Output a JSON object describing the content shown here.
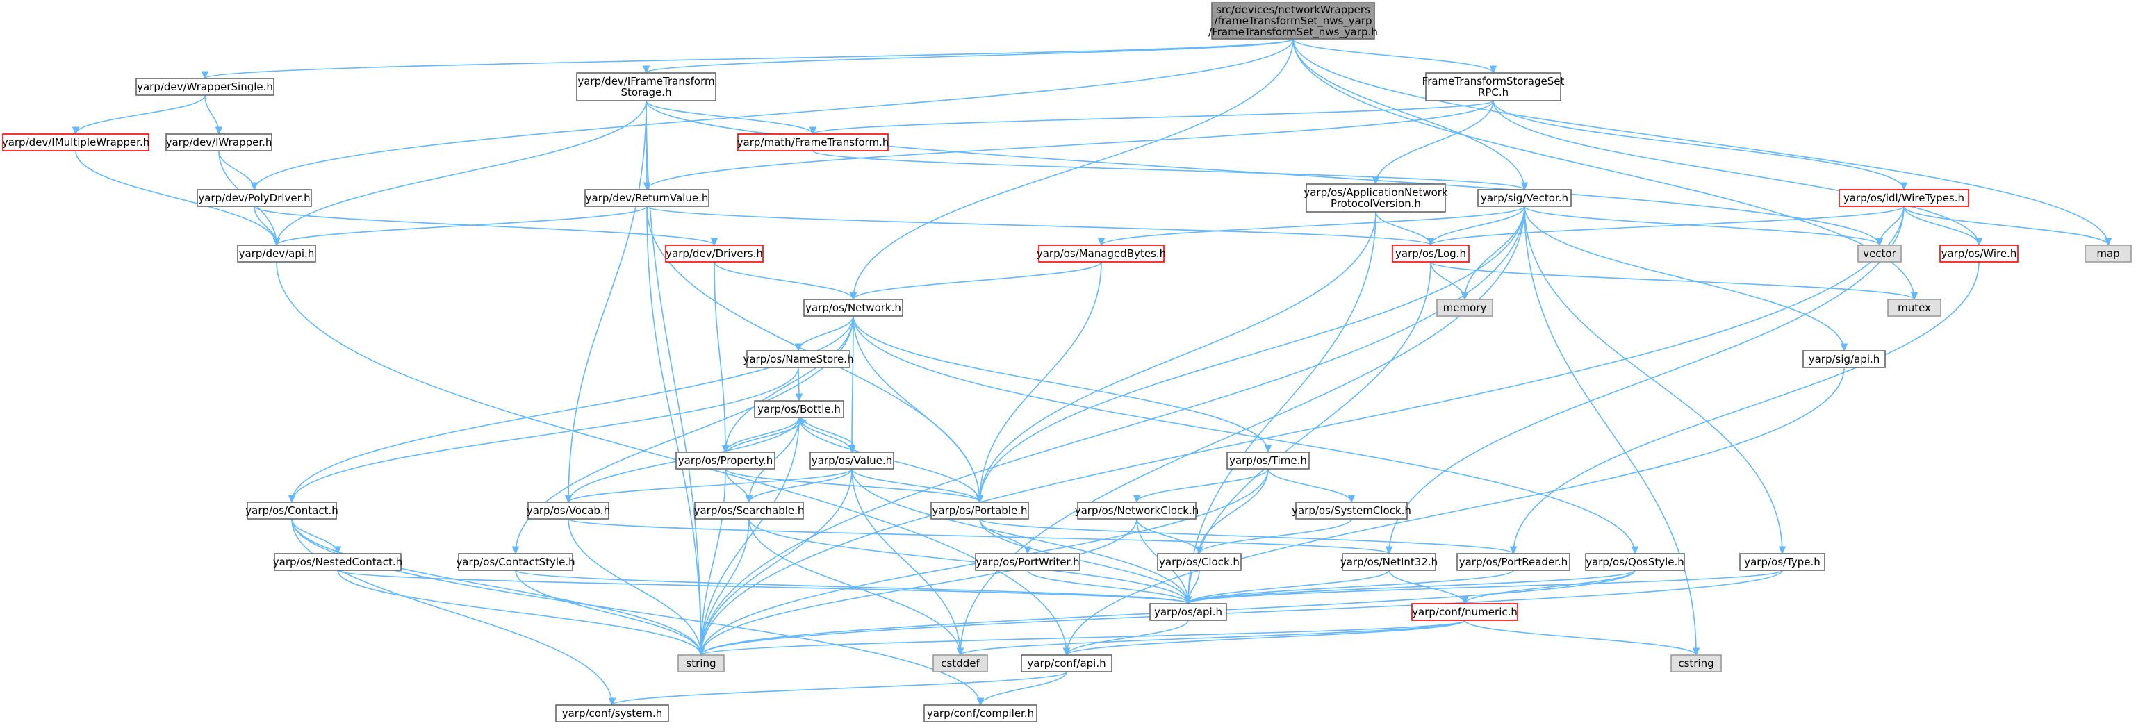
{
  "diagram": {
    "colors": {
      "background": "#ffffff",
      "edge": "#63b8ff",
      "node_fill_default": "#ffffff",
      "node_fill_root": "#999999",
      "node_fill_system": "#e0e0e0",
      "border_default": "#666666",
      "border_root": "#666666",
      "border_truncated": "#ff0000",
      "border_system": "#999999"
    },
    "nodes": [
      {
        "id": "root",
        "lines": [
          "src/devices/networkWrappers",
          "/frameTransformSet_nws_yarp",
          "/FrameTransformSet_nws_yarp.h"
        ],
        "kind": "root"
      },
      {
        "id": "wrappersingle",
        "lines": [
          "yarp/dev/WrapperSingle.h"
        ],
        "kind": "default"
      },
      {
        "id": "iframetransformstorage",
        "lines": [
          "yarp/dev/IFrameTransform",
          "Storage.h"
        ],
        "kind": "default"
      },
      {
        "id": "frametransformstoragesetrpc",
        "lines": [
          "FrameTransformStorageSet",
          "RPC.h"
        ],
        "kind": "default"
      },
      {
        "id": "imultiplewrapper",
        "lines": [
          "yarp/dev/IMultipleWrapper.h"
        ],
        "kind": "truncated"
      },
      {
        "id": "iwrapper",
        "lines": [
          "yarp/dev/IWrapper.h"
        ],
        "kind": "default"
      },
      {
        "id": "math_frametransform",
        "lines": [
          "yarp/math/FrameTransform.h"
        ],
        "kind": "truncated"
      },
      {
        "id": "wiretypes",
        "lines": [
          "yarp/os/idl/WireTypes.h"
        ],
        "kind": "truncated"
      },
      {
        "id": "polydriver",
        "lines": [
          "yarp/dev/PolyDriver.h"
        ],
        "kind": "default"
      },
      {
        "id": "returnvalue",
        "lines": [
          "yarp/dev/ReturnValue.h"
        ],
        "kind": "default"
      },
      {
        "id": "appnetprotocolversion",
        "lines": [
          "yarp/os/ApplicationNetwork",
          "ProtocolVersion.h"
        ],
        "kind": "default"
      },
      {
        "id": "sig_vector",
        "lines": [
          "yarp/sig/Vector.h"
        ],
        "kind": "default"
      },
      {
        "id": "dev_api",
        "lines": [
          "yarp/dev/api.h"
        ],
        "kind": "default"
      },
      {
        "id": "dev_drivers",
        "lines": [
          "yarp/dev/Drivers.h"
        ],
        "kind": "truncated"
      },
      {
        "id": "managedbytes",
        "lines": [
          "yarp/os/ManagedBytes.h"
        ],
        "kind": "truncated"
      },
      {
        "id": "os_log",
        "lines": [
          "yarp/os/Log.h"
        ],
        "kind": "truncated"
      },
      {
        "id": "vector",
        "lines": [
          "vector"
        ],
        "kind": "system"
      },
      {
        "id": "os_wire",
        "lines": [
          "yarp/os/Wire.h"
        ],
        "kind": "truncated"
      },
      {
        "id": "map",
        "lines": [
          "map"
        ],
        "kind": "system"
      },
      {
        "id": "memory",
        "lines": [
          "memory"
        ],
        "kind": "system"
      },
      {
        "id": "mutex",
        "lines": [
          "mutex"
        ],
        "kind": "system"
      },
      {
        "id": "os_network",
        "lines": [
          "yarp/os/Network.h"
        ],
        "kind": "default"
      },
      {
        "id": "namestore",
        "lines": [
          "yarp/os/NameStore.h"
        ],
        "kind": "default"
      },
      {
        "id": "sig_api",
        "lines": [
          "yarp/sig/api.h"
        ],
        "kind": "default"
      },
      {
        "id": "bottle",
        "lines": [
          "yarp/os/Bottle.h"
        ],
        "kind": "default"
      },
      {
        "id": "property",
        "lines": [
          "yarp/os/Property.h"
        ],
        "kind": "default"
      },
      {
        "id": "value",
        "lines": [
          "yarp/os/Value.h"
        ],
        "kind": "default"
      },
      {
        "id": "time",
        "lines": [
          "yarp/os/Time.h"
        ],
        "kind": "default"
      },
      {
        "id": "contact",
        "lines": [
          "yarp/os/Contact.h"
        ],
        "kind": "default"
      },
      {
        "id": "vocab",
        "lines": [
          "yarp/os/Vocab.h"
        ],
        "kind": "default"
      },
      {
        "id": "searchable",
        "lines": [
          "yarp/os/Searchable.h"
        ],
        "kind": "default"
      },
      {
        "id": "portable",
        "lines": [
          "yarp/os/Portable.h"
        ],
        "kind": "default"
      },
      {
        "id": "networkclock",
        "lines": [
          "yarp/os/NetworkClock.h"
        ],
        "kind": "default"
      },
      {
        "id": "systemclock",
        "lines": [
          "yarp/os/SystemClock.h"
        ],
        "kind": "default"
      },
      {
        "id": "nestedcontact",
        "lines": [
          "yarp/os/NestedContact.h"
        ],
        "kind": "default"
      },
      {
        "id": "contactstyle",
        "lines": [
          "yarp/os/ContactStyle.h"
        ],
        "kind": "default"
      },
      {
        "id": "portwriter",
        "lines": [
          "yarp/os/PortWriter.h"
        ],
        "kind": "default"
      },
      {
        "id": "clock",
        "lines": [
          "yarp/os/Clock.h"
        ],
        "kind": "default"
      },
      {
        "id": "netint32",
        "lines": [
          "yarp/os/NetInt32.h"
        ],
        "kind": "default"
      },
      {
        "id": "portreader",
        "lines": [
          "yarp/os/PortReader.h"
        ],
        "kind": "default"
      },
      {
        "id": "qosstyle",
        "lines": [
          "yarp/os/QosStyle.h"
        ],
        "kind": "default"
      },
      {
        "id": "os_type",
        "lines": [
          "yarp/os/Type.h"
        ],
        "kind": "default"
      },
      {
        "id": "os_api",
        "lines": [
          "yarp/os/api.h"
        ],
        "kind": "default"
      },
      {
        "id": "conf_numeric",
        "lines": [
          "yarp/conf/numeric.h"
        ],
        "kind": "truncated"
      },
      {
        "id": "string",
        "lines": [
          "string"
        ],
        "kind": "system"
      },
      {
        "id": "cstddef",
        "lines": [
          "cstddef"
        ],
        "kind": "system"
      },
      {
        "id": "conf_api",
        "lines": [
          "yarp/conf/api.h"
        ],
        "kind": "default"
      },
      {
        "id": "cstring",
        "lines": [
          "cstring"
        ],
        "kind": "system"
      },
      {
        "id": "conf_system",
        "lines": [
          "yarp/conf/system.h"
        ],
        "kind": "default"
      },
      {
        "id": "conf_compiler",
        "lines": [
          "yarp/conf/compiler.h"
        ],
        "kind": "default"
      }
    ],
    "edges": [
      [
        "root",
        "wrappersingle"
      ],
      [
        "root",
        "iframetransformstorage"
      ],
      [
        "root",
        "frametransformstoragesetrpc"
      ],
      [
        "root",
        "polydriver"
      ],
      [
        "root",
        "os_network"
      ],
      [
        "root",
        "sig_vector"
      ],
      [
        "root",
        "map"
      ],
      [
        "root",
        "mutex"
      ],
      [
        "wrappersingle",
        "imultiplewrapper"
      ],
      [
        "wrappersingle",
        "iwrapper"
      ],
      [
        "imultiplewrapper",
        "dev_api"
      ],
      [
        "iwrapper",
        "polydriver"
      ],
      [
        "iwrapper",
        "dev_api"
      ],
      [
        "iframetransformstorage",
        "math_frametransform"
      ],
      [
        "iframetransformstorage",
        "returnvalue"
      ],
      [
        "iframetransformstorage",
        "dev_api"
      ],
      [
        "iframetransformstorage",
        "vector"
      ],
      [
        "iframetransformstorage",
        "vocab"
      ],
      [
        "iframetransformstorage",
        "string"
      ],
      [
        "frametransformstoragesetrpc",
        "math_frametransform"
      ],
      [
        "frametransformstoragesetrpc",
        "appnetprotocolversion"
      ],
      [
        "frametransformstoragesetrpc",
        "wiretypes"
      ],
      [
        "frametransformstoragesetrpc",
        "os_wire"
      ],
      [
        "frametransformstoragesetrpc",
        "returnvalue"
      ],
      [
        "math_frametransform",
        "sig_vector"
      ],
      [
        "wiretypes",
        "os_log"
      ],
      [
        "wiretypes",
        "vector"
      ],
      [
        "wiretypes",
        "os_wire"
      ],
      [
        "wiretypes",
        "map"
      ],
      [
        "wiretypes",
        "string"
      ],
      [
        "wiretypes",
        "netint32"
      ],
      [
        "os_wire",
        "portreader"
      ],
      [
        "polydriver",
        "dev_api"
      ],
      [
        "polydriver",
        "dev_drivers"
      ],
      [
        "returnvalue",
        "dev_api"
      ],
      [
        "returnvalue",
        "os_log"
      ],
      [
        "returnvalue",
        "portable"
      ],
      [
        "returnvalue",
        "string"
      ],
      [
        "appnetprotocolversion",
        "os_log"
      ],
      [
        "appnetprotocolversion",
        "portable"
      ],
      [
        "appnetprotocolversion",
        "os_api"
      ],
      [
        "sig_vector",
        "managedbytes"
      ],
      [
        "sig_vector",
        "os_log"
      ],
      [
        "sig_vector",
        "memory"
      ],
      [
        "sig_vector",
        "vector"
      ],
      [
        "sig_vector",
        "portable"
      ],
      [
        "sig_vector",
        "sig_api"
      ],
      [
        "sig_vector",
        "os_type"
      ],
      [
        "sig_vector",
        "cstring"
      ],
      [
        "sig_vector",
        "cstddef"
      ],
      [
        "sig_vector",
        "string"
      ],
      [
        "dev_api",
        "conf_api"
      ],
      [
        "dev_drivers",
        "os_network"
      ],
      [
        "dev_drivers",
        "property"
      ],
      [
        "managedbytes",
        "os_network"
      ],
      [
        "managedbytes",
        "portable"
      ],
      [
        "os_log",
        "memory"
      ],
      [
        "os_log",
        "mutex"
      ],
      [
        "os_log",
        "os_api"
      ],
      [
        "os_network",
        "namestore"
      ],
      [
        "os_network",
        "contact"
      ],
      [
        "os_network",
        "contactstyle"
      ],
      [
        "os_network",
        "property"
      ],
      [
        "os_network",
        "value"
      ],
      [
        "os_network",
        "portable"
      ],
      [
        "os_network",
        "time"
      ],
      [
        "os_network",
        "qosstyle"
      ],
      [
        "namestore",
        "bottle"
      ],
      [
        "namestore",
        "contact"
      ],
      [
        "sig_api",
        "conf_api"
      ],
      [
        "bottle",
        "property"
      ],
      [
        "bottle",
        "value"
      ],
      [
        "bottle",
        "portable"
      ],
      [
        "bottle",
        "searchable"
      ],
      [
        "bottle",
        "vocab"
      ],
      [
        "bottle",
        "string"
      ],
      [
        "property",
        "bottle"
      ],
      [
        "property",
        "searchable"
      ],
      [
        "property",
        "portable"
      ],
      [
        "property",
        "string"
      ],
      [
        "value",
        "bottle"
      ],
      [
        "value",
        "vocab"
      ],
      [
        "value",
        "searchable"
      ],
      [
        "value",
        "portable"
      ],
      [
        "value",
        "string"
      ],
      [
        "value",
        "cstddef"
      ],
      [
        "value",
        "os_api"
      ],
      [
        "time",
        "networkclock"
      ],
      [
        "time",
        "systemclock"
      ],
      [
        "time",
        "clock"
      ],
      [
        "time",
        "string"
      ],
      [
        "contact",
        "nestedcontact"
      ],
      [
        "contact",
        "string"
      ],
      [
        "contact",
        "conf_system"
      ],
      [
        "contact",
        "conf_compiler"
      ],
      [
        "vocab",
        "string"
      ],
      [
        "vocab",
        "netint32"
      ],
      [
        "searchable",
        "string"
      ],
      [
        "searchable",
        "os_api"
      ],
      [
        "searchable",
        "cstddef"
      ],
      [
        "portable",
        "portwriter"
      ],
      [
        "portable",
        "portreader"
      ],
      [
        "portable",
        "os_api"
      ],
      [
        "networkclock",
        "clock"
      ],
      [
        "networkclock",
        "os_api"
      ],
      [
        "networkclock",
        "string"
      ],
      [
        "systemclock",
        "clock"
      ],
      [
        "nestedcontact",
        "string"
      ],
      [
        "nestedcontact",
        "os_api"
      ],
      [
        "contactstyle",
        "string"
      ],
      [
        "contactstyle",
        "os_api"
      ],
      [
        "portwriter",
        "os_api"
      ],
      [
        "clock",
        "os_api"
      ],
      [
        "netint32",
        "os_api"
      ],
      [
        "netint32",
        "conf_numeric"
      ],
      [
        "portreader",
        "os_api"
      ],
      [
        "qosstyle",
        "os_api"
      ],
      [
        "qosstyle",
        "string"
      ],
      [
        "qosstyle",
        "conf_numeric"
      ],
      [
        "os_type",
        "os_api"
      ],
      [
        "os_type",
        "string"
      ],
      [
        "os_api",
        "conf_api"
      ],
      [
        "conf_numeric",
        "conf_api"
      ],
      [
        "conf_numeric",
        "cstring"
      ],
      [
        "conf_numeric",
        "cstddef"
      ],
      [
        "conf_numeric",
        "string"
      ],
      [
        "conf_api",
        "conf_system"
      ],
      [
        "conf_api",
        "conf_compiler"
      ]
    ]
  }
}
